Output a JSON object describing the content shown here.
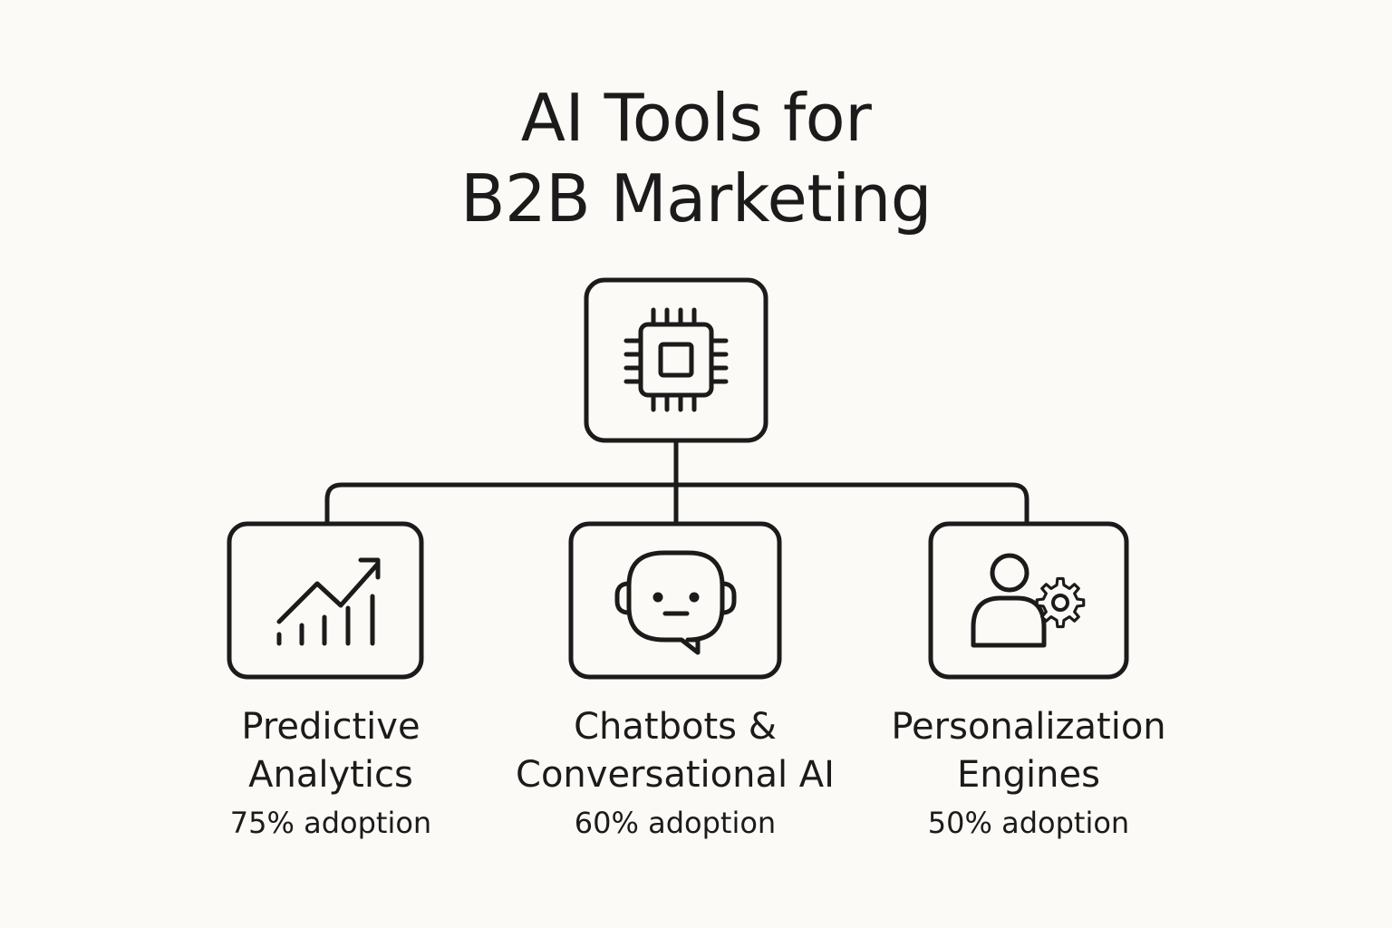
{
  "title": {
    "line1": "AI Tools for",
    "line2": "B2B Marketing"
  },
  "root": {
    "icon": "cpu-chip-icon"
  },
  "tools": [
    {
      "name_line1": "Predictive",
      "name_line2": "Analytics",
      "adoption": "75% adoption",
      "icon": "trending-bar-chart-icon"
    },
    {
      "name_line1": "Chatbots &",
      "name_line2": "Conversational AI",
      "adoption": "60% adoption",
      "icon": "robot-chat-icon"
    },
    {
      "name_line1": "Personalization",
      "name_line2": "Engines",
      "adoption": "50% adoption",
      "icon": "user-gear-icon"
    }
  ],
  "colors": {
    "background": "#fcfaf6",
    "ink": "#1b1b1b"
  }
}
